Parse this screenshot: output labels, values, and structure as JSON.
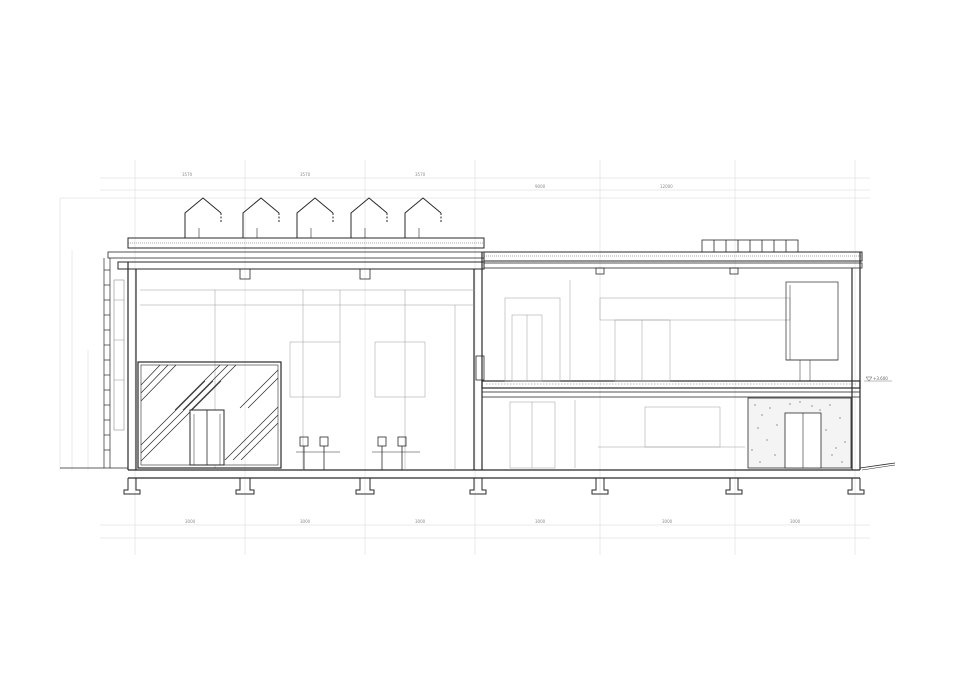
{
  "drawing": {
    "type": "building-section",
    "grid_labels_top": [
      "3570",
      "3570",
      "3570",
      "9000",
      "12000"
    ],
    "grid_labels_bottom": [
      "3000",
      "3000",
      "3000",
      "3000",
      "3000",
      "3000"
    ],
    "level_marker": "+3.600",
    "colors": {
      "line": "#2a2a2a",
      "thin": "#9a9a9a",
      "grid": "#d0d0d0",
      "paper": "#ffffff"
    }
  }
}
